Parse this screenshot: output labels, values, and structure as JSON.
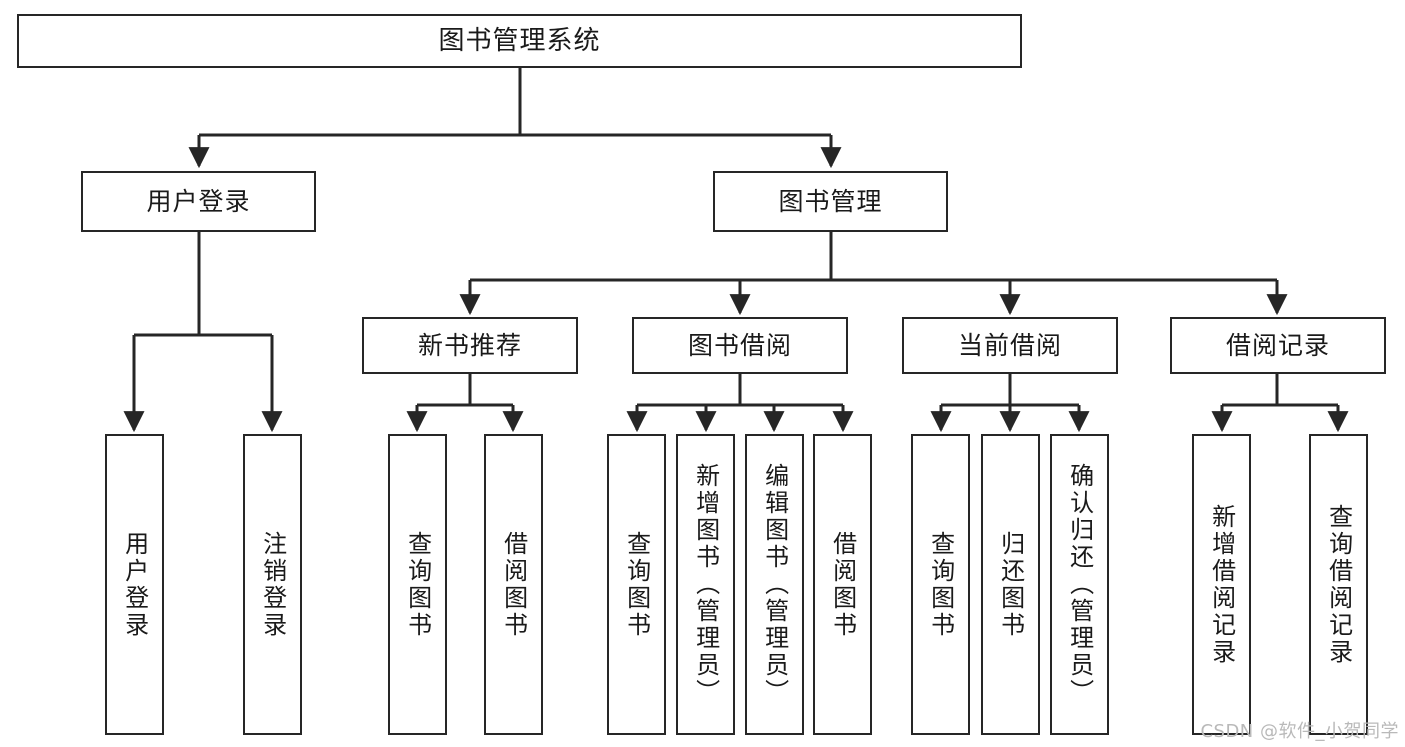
{
  "diagram": {
    "title": "图书管理系统",
    "type": "tree-hierarchy-diagram",
    "watermark": "CSDN @软件_小贺同学",
    "colors": {
      "stroke": "#262626",
      "fill": "#ffffff",
      "text": "#1a1a1a",
      "watermark": "#b9b9b9"
    },
    "nodes": {
      "root": {
        "label": "图书管理系统"
      },
      "level2": [
        {
          "id": "user-login",
          "label": "用户登录"
        },
        {
          "id": "book-management",
          "label": "图书管理"
        }
      ],
      "level3": [
        {
          "id": "new-book-recommend",
          "label": "新书推荐"
        },
        {
          "id": "book-borrow",
          "label": "图书借阅"
        },
        {
          "id": "current-borrow",
          "label": "当前借阅"
        },
        {
          "id": "borrow-record",
          "label": "借阅记录"
        }
      ],
      "leaves": {
        "user-login": [
          {
            "id": "leaf-user-login",
            "label": "用户登录"
          },
          {
            "id": "leaf-logout-login",
            "label": "注销登录"
          }
        ],
        "new-book-recommend": [
          {
            "id": "leaf-query-book-1",
            "label": "查询图书"
          },
          {
            "id": "leaf-borrow-book-1",
            "label": "借阅图书"
          }
        ],
        "book-borrow": [
          {
            "id": "leaf-query-book-2",
            "label": "查询图书"
          },
          {
            "id": "leaf-add-book",
            "label": "新增图书（管理员）"
          },
          {
            "id": "leaf-edit-book",
            "label": "编辑图书（管理员）"
          },
          {
            "id": "leaf-borrow-book-2",
            "label": "借阅图书"
          }
        ],
        "current-borrow": [
          {
            "id": "leaf-query-book-3",
            "label": "查询图书"
          },
          {
            "id": "leaf-return-book",
            "label": "归还图书"
          },
          {
            "id": "leaf-confirm-return",
            "label": "确认归还（管理员）"
          }
        ],
        "borrow-record": [
          {
            "id": "leaf-add-record",
            "label": "新增借阅记录"
          },
          {
            "id": "leaf-query-record",
            "label": "查询借阅记录"
          }
        ]
      }
    }
  }
}
